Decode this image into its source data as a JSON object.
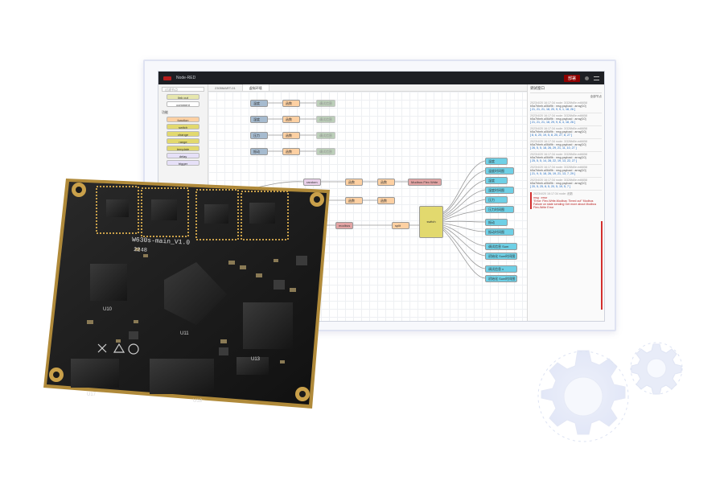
{
  "window": {
    "app_title": "Node-RED",
    "deploy_label": "部署"
  },
  "palette": {
    "filter_placeholder": "过滤节点",
    "top_nodes": [
      "link out",
      "comment"
    ],
    "category": "功能",
    "nodes": [
      "function",
      "switch",
      "change",
      "range",
      "template",
      "delay",
      "trigger"
    ]
  },
  "tabs": [
    {
      "label": "2305MART-01",
      "active": false
    },
    {
      "label": "虚拟环境",
      "active": true
    }
  ],
  "flow": {
    "inject_rows": [
      "温度",
      "湿度",
      "压力",
      "振动"
    ],
    "func_label": "函数",
    "debug_label": "调试信息",
    "random_label": "random",
    "modbus_label": "Modbus Flex Write",
    "modbus_in_label": "modbus",
    "split_label": "split",
    "switch_label": "switch",
    "outputs": [
      "温度",
      "温度时间图",
      "湿度",
      "湿度时间图",
      "压力",
      "压力时间图",
      "振动",
      "振动时间图",
      "调试信息 Sum",
      "初始化 Sum时间图",
      "调试信息 x",
      "初始化 Sum时间图"
    ]
  },
  "sidebar": {
    "title": "调试窗口",
    "filter_label": "全部节点",
    "messages": [
      {
        "meta": "2023/4/20 16:17:34  node: 3/326fd0e.ed6658",
        "topic": "b5a7bbeb.a06d9b : msg.payload : array[10]",
        "value": "[ 21, 21, 21, 18, 20, 9, 9, 1, 18, 26 ]"
      },
      {
        "meta": "2023/4/20 16:17:34  node: 3/326fd0e.ed6658",
        "topic": "b5a7bbeb.a06d9b : msg.payload : array[10]",
        "value": "[ 21, 21, 21, 18, 29, 9, 6, 4, 18, 26 ]"
      },
      {
        "meta": "2023/4/20 16:17:34  node: 3/326fd0e.ed6658",
        "topic": "b5a7bbeb.a06d9b : msg.payload : array[10]",
        "value": "[ 8, 6, 20, 19, 5, 8, 20, 27, 8, 27 ]"
      },
      {
        "meta": "2023/4/20 16:17:34  node: 3/326fd0e.ed6658",
        "topic": "b5a7bbeb.a06d9b : msg.payload : array[10]",
        "value": "[ 26, 5, 5, 18, 26, 29, 21, 11, 10, 27 ]"
      },
      {
        "meta": "2023/4/20 16:17:34  node: 3/326fd0e.ed6658",
        "topic": "b5a7bbeb.a06d9b : msg.payload : array[10]",
        "value": "[ 25, 5, 5, 14, 28, 22, 19, 13, 22, 27 ]"
      },
      {
        "meta": "2023/4/20 16:17:34  node: 3/326fd0e.ed6658",
        "topic": "b5a7bbeb.a06d9b : msg.payload : array[10]",
        "value": "[ 21, 9, 5, 18, 26, 19, 21, 13, 7, 29 ]"
      },
      {
        "meta": "2023/4/20 16:17:34  node: 3/326fd0e.ed6658",
        "topic": "b5a7bbeb.a06d9b : msg.payload : array[10]",
        "value": "[ 20, 5, 25, 8, 5, 20, 5, 19, 5, 7 ]"
      }
    ],
    "error_meta": "2023/4/20 16:17:34  node: 函数",
    "error_topic": "msg : error",
    "error_text": "\"Error: Flex-Write-Modbus: Timed out\" Modbus Failure on state sending Get more about Modbus Flex-Write Error"
  },
  "board": {
    "model_label": "W630s-main_V1.0",
    "serial_label": "2248",
    "chip_labels": [
      "U10",
      "U11",
      "U13",
      "U17",
      "U18"
    ]
  }
}
